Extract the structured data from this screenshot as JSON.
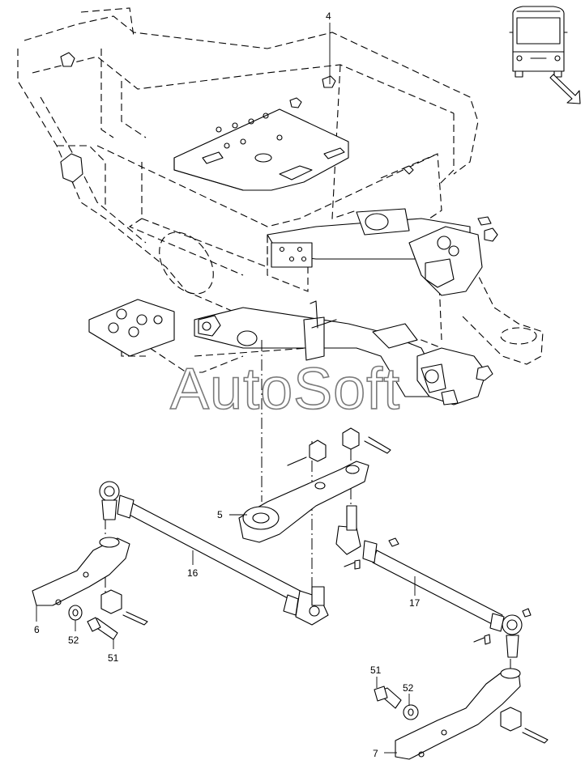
{
  "diagram": {
    "watermark": "AutoSoft",
    "callouts": {
      "c4": "4",
      "c5": "5",
      "c16": "16",
      "c17": "17",
      "c6": "6",
      "c52a": "52",
      "c51a": "51",
      "c51b": "51",
      "c52b": "52",
      "c7": "7"
    },
    "icons": {
      "bus_front": "bus-front-icon",
      "view_arrow": "view-direction-arrow-icon"
    }
  }
}
